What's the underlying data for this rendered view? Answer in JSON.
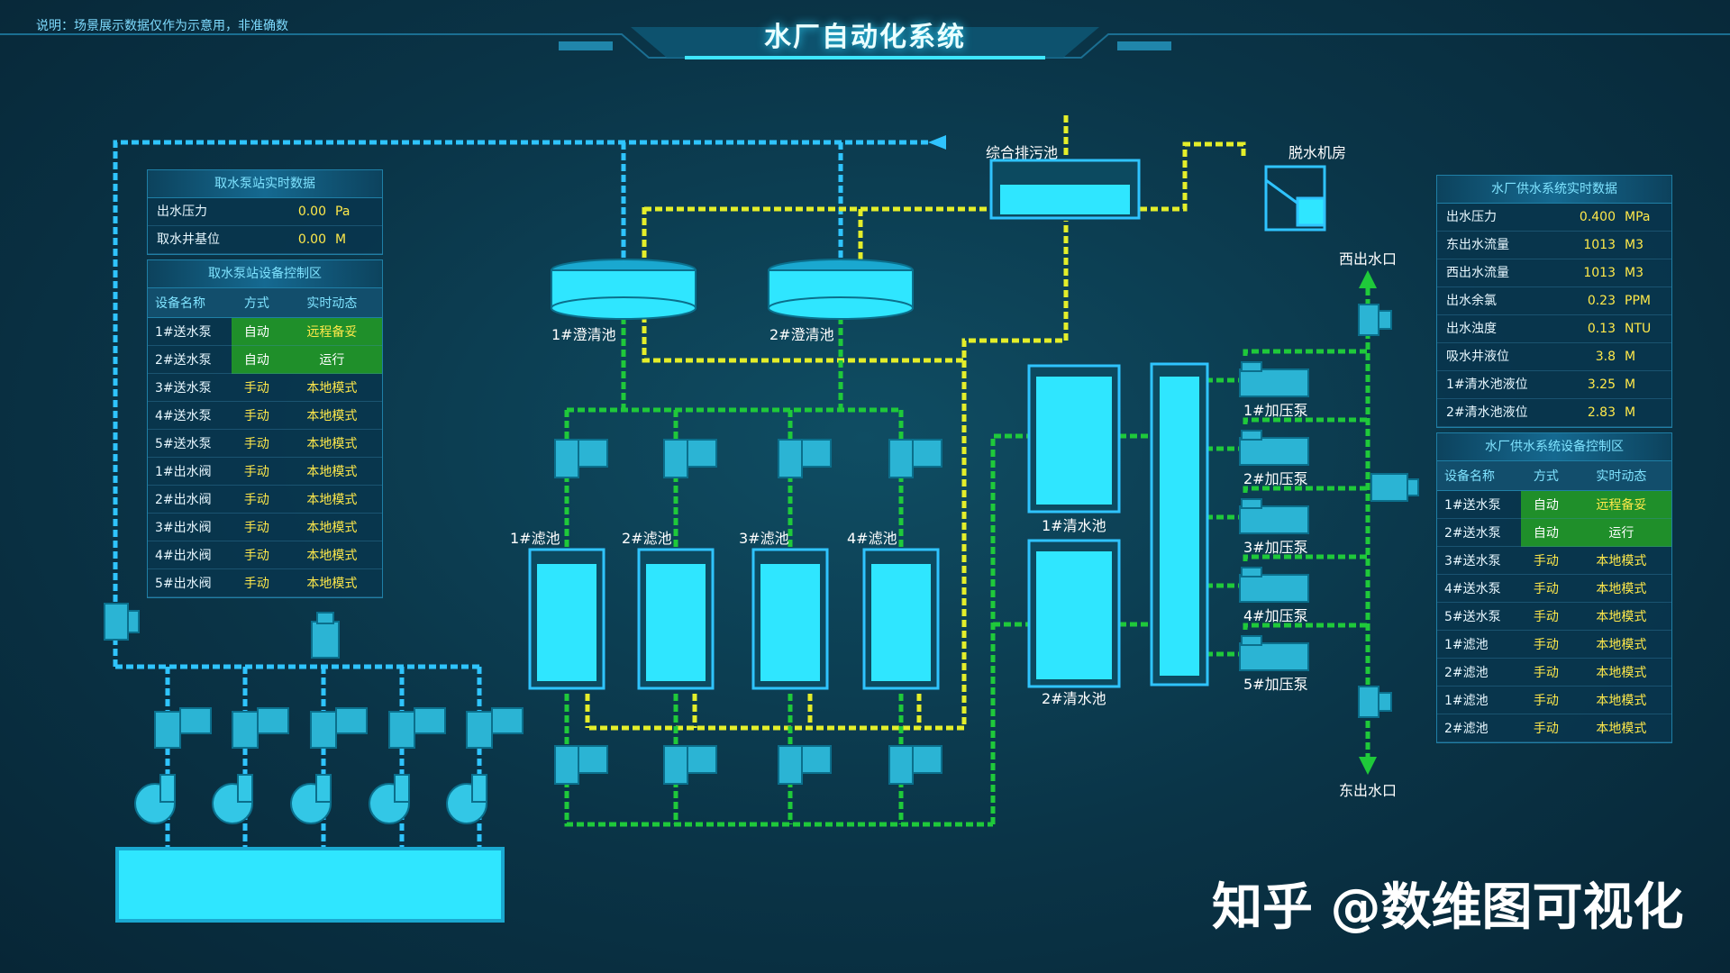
{
  "header": {
    "note": "说明：场景展示数据仅作为示意用，非准确数",
    "title": "水厂自动化系统"
  },
  "watermark": "知乎 @数维图可视化",
  "labels": {
    "sewage_pool": "综合排污池",
    "dewatering_room": "脱水机房",
    "clarifier_1": "1#澄清池",
    "clarifier_2": "2#澄清池",
    "filter_1": "1#滤池",
    "filter_2": "2#滤池",
    "filter_3": "3#滤池",
    "filter_4": "4#滤池",
    "clear_pool_1": "1#清水池",
    "clear_pool_2": "2#清水池",
    "booster_1": "1#加压泵",
    "booster_2": "2#加压泵",
    "booster_3": "3#加压泵",
    "booster_4": "4#加压泵",
    "booster_5": "5#加压泵",
    "west_outlet": "西出水口",
    "east_outlet": "东出水口"
  },
  "intake_realtime": {
    "title": "取水泵站实时数据",
    "rows": [
      {
        "k": "出水压力",
        "v": "0.00",
        "u": "Pa"
      },
      {
        "k": "取水井基位",
        "v": "0.00",
        "u": "M"
      }
    ]
  },
  "intake_control": {
    "title": "取水泵站设备控制区",
    "headers": [
      "设备名称",
      "方式",
      "实时动态"
    ],
    "rows": [
      {
        "name": "1#送水泵",
        "mode": "自动",
        "status": "远程备妥"
      },
      {
        "name": "2#送水泵",
        "mode": "自动",
        "status": "运行"
      },
      {
        "name": "3#送水泵",
        "mode": "手动",
        "status": "本地模式"
      },
      {
        "name": "4#送水泵",
        "mode": "手动",
        "status": "本地模式"
      },
      {
        "name": "5#送水泵",
        "mode": "手动",
        "status": "本地模式"
      },
      {
        "name": "1#出水阀",
        "mode": "手动",
        "status": "本地模式"
      },
      {
        "name": "2#出水阀",
        "mode": "手动",
        "status": "本地模式"
      },
      {
        "name": "3#出水阀",
        "mode": "手动",
        "status": "本地模式"
      },
      {
        "name": "4#出水阀",
        "mode": "手动",
        "status": "本地模式"
      },
      {
        "name": "5#出水阀",
        "mode": "手动",
        "status": "本地模式"
      }
    ]
  },
  "supply_realtime": {
    "title": "水厂供水系统实时数据",
    "rows": [
      {
        "k": "出水压力",
        "v": "0.400",
        "u": "MPa"
      },
      {
        "k": "东出水流量",
        "v": "1013",
        "u": "M3"
      },
      {
        "k": "西出水流量",
        "v": "1013",
        "u": "M3"
      },
      {
        "k": "出水余氯",
        "v": "0.23",
        "u": "PPM"
      },
      {
        "k": "出水浊度",
        "v": "0.13",
        "u": "NTU"
      },
      {
        "k": "吸水井液位",
        "v": "3.8",
        "u": "M"
      },
      {
        "k": "1#清水池液位",
        "v": "3.25",
        "u": "M"
      },
      {
        "k": "2#清水池液位",
        "v": "2.83",
        "u": "M"
      }
    ]
  },
  "supply_control": {
    "title": "水厂供水系统设备控制区",
    "headers": [
      "设备名称",
      "方式",
      "实时动态"
    ],
    "rows": [
      {
        "name": "1#送水泵",
        "mode": "自动",
        "status": "远程备妥"
      },
      {
        "name": "2#送水泵",
        "mode": "自动",
        "status": "运行"
      },
      {
        "name": "3#送水泵",
        "mode": "手动",
        "status": "本地模式"
      },
      {
        "name": "4#送水泵",
        "mode": "手动",
        "status": "本地模式"
      },
      {
        "name": "5#送水泵",
        "mode": "手动",
        "status": "本地模式"
      },
      {
        "name": "1#滤池",
        "mode": "手动",
        "status": "本地模式"
      },
      {
        "name": "2#滤池",
        "mode": "手动",
        "status": "本地模式"
      },
      {
        "name": "1#滤池",
        "mode": "手动",
        "status": "本地模式"
      },
      {
        "name": "2#滤池",
        "mode": "手动",
        "status": "本地模式"
      }
    ]
  },
  "colors": {
    "blue_pipe": "#2fc4ff",
    "yellow_pipe": "#e4ee2a",
    "green_pipe": "#1fc93a",
    "tank_fill": "#2fe6ff",
    "tank_border": "#1aa8d0"
  }
}
